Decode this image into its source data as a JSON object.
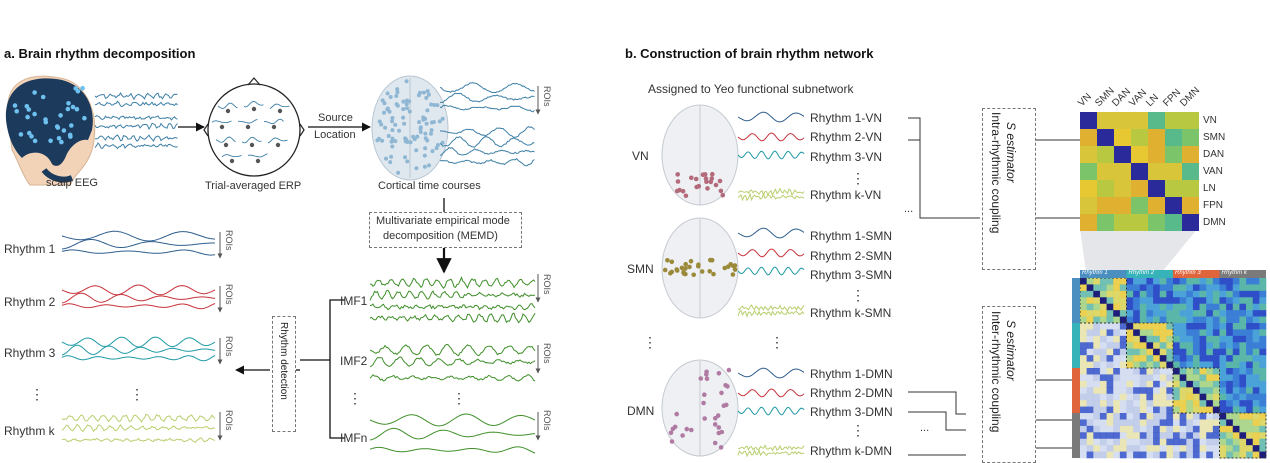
{
  "panel_a": {
    "title": "a. Brain rhythm decomposition",
    "scalp_eeg": "scalp EEG",
    "erp": "Trial-averaged ERP",
    "source_location": [
      "Source",
      "Location"
    ],
    "cortical": "Cortical time courses",
    "memd": [
      "Multivariate empirical mode",
      "decomposition (MEMD)"
    ],
    "rhythm_detection": "Rhythm detection",
    "rois": "ROIs",
    "rhythms": [
      "Rhythm 1",
      "Rhythm 2",
      "Rhythm 3",
      "Rhythm k"
    ],
    "imfs": [
      "IMF1",
      "IMF2",
      "IMFn"
    ],
    "dots": "⋮"
  },
  "panel_b": {
    "title": "b. Construction of brain rhythm network",
    "assigned": "Assigned to Yeo functional subnetwork",
    "networks": [
      "VN",
      "SMN",
      "DMN"
    ],
    "vn_rhythms": [
      "Rhythm 1-VN",
      "Rhythm 2-VN",
      "Rhythm 3-VN",
      "Rhythm k-VN"
    ],
    "smn_rhythms": [
      "Rhythm 1-SMN",
      "Rhythm 2-SMN",
      "Rhythm 3-SMN",
      "Rhythm k-SMN"
    ],
    "dmn_rhythms": [
      "Rhythm 1-DMN",
      "Rhythm 2-DMN",
      "Rhythm 3-DMN",
      "Rhythm k-DMN"
    ],
    "intra": [
      "S estimator",
      "Intra-rhythmic coupling"
    ],
    "inter": [
      "S estimator",
      "Inter-rhythmic coupling"
    ],
    "matrix_labels": [
      "VN",
      "SMN",
      "DAN",
      "VAN",
      "LN",
      "FPN",
      "DMN"
    ],
    "big_tabs": [
      "Rhythm 1",
      "Rhythm 2",
      "Rhythm 3",
      "Rhythm k"
    ],
    "ellipsis": "...",
    "dots": "⋮"
  },
  "colors": {
    "eeg_blue": "#3d7fa6",
    "rhythm1": "#2f5f8f",
    "rhythm2": "#c8323a",
    "rhythm3": "#1f9aa6",
    "rhythmk": "#b8cf6e",
    "imf_green": "#3f8f2a",
    "head": "#1b3a5c",
    "matrix_yellow": "#e8c832",
    "matrix_green": "#7cc46a",
    "matrix_blue": "#2a2a9a"
  }
}
